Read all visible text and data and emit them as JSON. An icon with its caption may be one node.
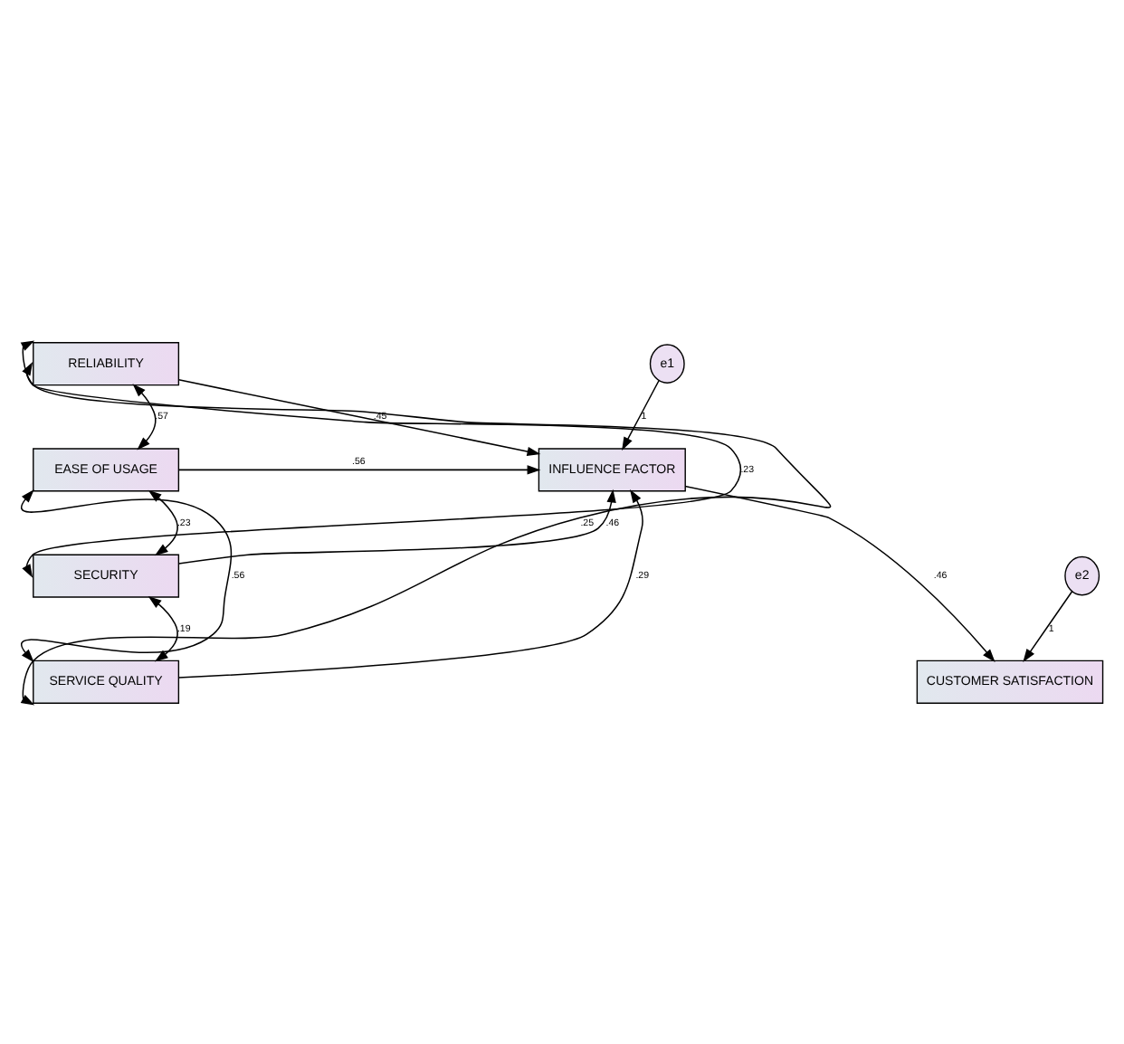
{
  "diagram": {
    "nodes": [
      {
        "text": [
          "RELIABILITY"
        ]
      },
      {
        "text": [
          "EASE OF USAGE"
        ]
      },
      {
        "text": [
          "SECURITY"
        ]
      },
      {
        "text": [
          "SERVICE QUALITY"
        ]
      },
      {
        "text": [
          "e1"
        ]
      },
      {
        "text": [
          "INFLUENCE FACTOR"
        ]
      },
      {
        "text": [
          "e2"
        ]
      },
      {
        "text": [
          "CUSTOMER SATISFACTION"
        ]
      }
    ],
    "edges": [
      {
        "from": 0,
        "to": 5,
        "arrow": "to",
        "label": ".45"
      },
      {
        "from": 1,
        "to": 5,
        "arrow": "to",
        "label": ".56"
      },
      {
        "from": 2,
        "to": 5,
        "arrow": "to",
        "label": ".46"
      },
      {
        "from": 3,
        "to": 5,
        "arrow": "to",
        "label": ".29"
      },
      {
        "from": 4,
        "to": 5,
        "arrow": "to",
        "label": "1"
      },
      {
        "from": 5,
        "to": 7,
        "arrow": "to",
        "label": ".46"
      },
      {
        "from": 6,
        "to": 7,
        "arrow": "to",
        "label": "1"
      },
      {
        "from": 0,
        "to": 1,
        "arrow": "both",
        "label": ".57"
      },
      {
        "from": 0,
        "to": 2,
        "arrow": "both",
        "label": ".23"
      },
      {
        "from": 0,
        "to": 3,
        "arrow": "both",
        "label": ".25"
      },
      {
        "from": 1,
        "to": 2,
        "arrow": "both",
        "label": ".23"
      },
      {
        "from": 1,
        "to": 3,
        "arrow": "both",
        "label": ".56"
      },
      {
        "from": 2,
        "to": 3,
        "arrow": "both",
        "label": ".19"
      }
    ]
  }
}
